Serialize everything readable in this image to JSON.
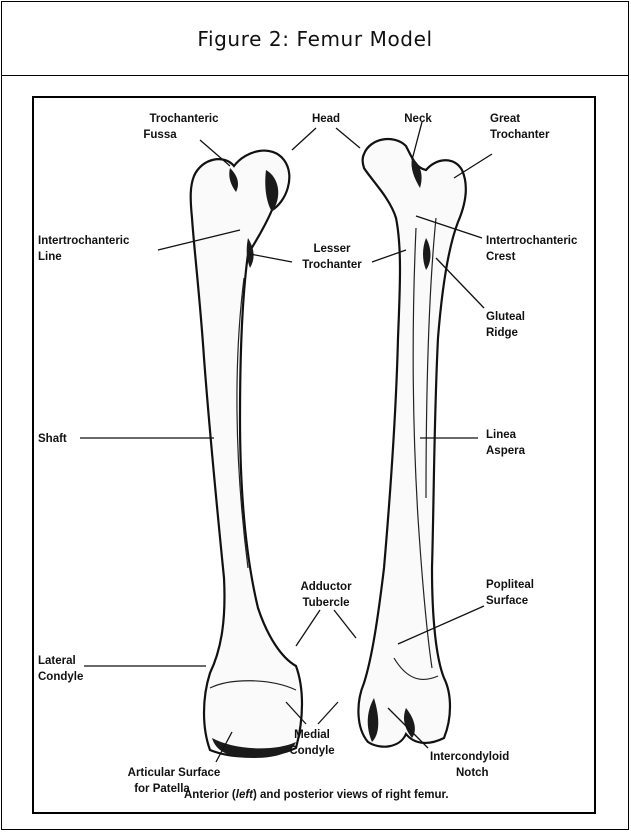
{
  "figure": {
    "title": "Figure 2: Femur Model",
    "labels": {
      "trochanteric_fossa": [
        "Trochanteric",
        "Fussa"
      ],
      "head": "Head",
      "neck": "Neck",
      "great_trochanter": [
        "Great",
        "Trochanter"
      ],
      "intertrochanteric_line": [
        "Intertrochanteric",
        "Line"
      ],
      "lesser_trochanter": [
        "Lesser",
        "Trochanter"
      ],
      "intertrochanteric_crest": [
        "Intertrochanteric",
        "Crest"
      ],
      "gluteal_ridge": [
        "Gluteal",
        "Ridge"
      ],
      "shaft": "Shaft",
      "linea_aspera": [
        "Linea",
        "Aspera"
      ],
      "adductor_tubercle": [
        "Adductor",
        "Tubercle"
      ],
      "popliteal_surface": [
        "Popliteal",
        "Surface"
      ],
      "lateral_condyle": [
        "Lateral",
        "Condyle"
      ],
      "articular_surface": [
        "Articular Surface",
        "for Patella"
      ],
      "medial_condyle": [
        "Medial",
        "Condyle"
      ],
      "intercondyloid_notch": [
        "Intercondyloid",
        "Notch"
      ]
    },
    "caption": {
      "part1": "Anterior (",
      "italic": "left",
      "part2": ") and posterior views of right femur."
    }
  }
}
